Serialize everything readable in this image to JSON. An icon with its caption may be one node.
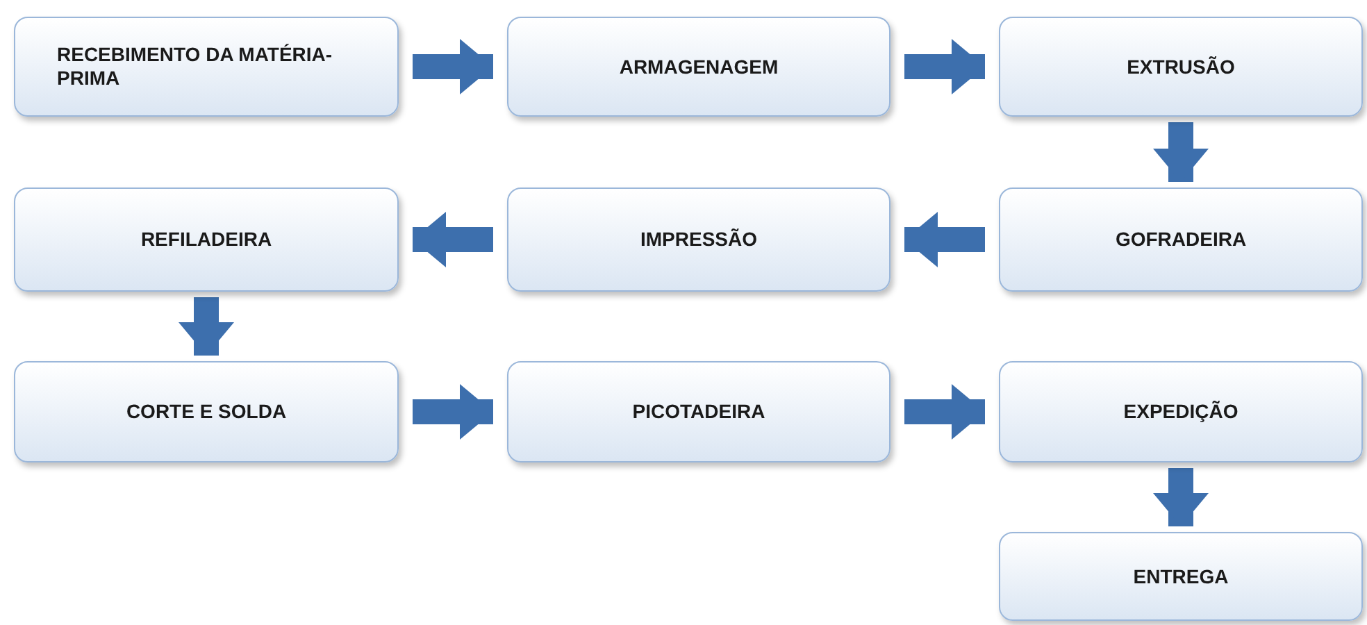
{
  "diagram": {
    "nodes": [
      {
        "text": [
          "RECEBIMENTO DA MATÉRIA-PRIMA"
        ]
      },
      {
        "text": [
          "ARMAGENAGEM"
        ]
      },
      {
        "text": [
          "EXTRUSÃO"
        ]
      },
      {
        "text": [
          "REFILADEIRA"
        ]
      },
      {
        "text": [
          "IMPRESSÃO"
        ]
      },
      {
        "text": [
          "GOFRADEIRA"
        ]
      },
      {
        "text": [
          "CORTE E SOLDA"
        ]
      },
      {
        "text": [
          "PICOTADEIRA"
        ]
      },
      {
        "text": [
          "EXPEDIÇÃO"
        ]
      },
      {
        "text": [
          "ENTREGA"
        ]
      }
    ],
    "edges": [
      {
        "from": 0,
        "to": 1,
        "arrow": "to"
      },
      {
        "from": 1,
        "to": 2,
        "arrow": "to"
      },
      {
        "from": 2,
        "to": 5,
        "arrow": "to"
      },
      {
        "from": 5,
        "to": 4,
        "arrow": "to"
      },
      {
        "from": 4,
        "to": 3,
        "arrow": "to"
      },
      {
        "from": 3,
        "to": 6,
        "arrow": "to"
      },
      {
        "from": 6,
        "to": 7,
        "arrow": "to"
      },
      {
        "from": 7,
        "to": 8,
        "arrow": "to"
      },
      {
        "from": 8,
        "to": 9,
        "arrow": "to"
      }
    ]
  }
}
